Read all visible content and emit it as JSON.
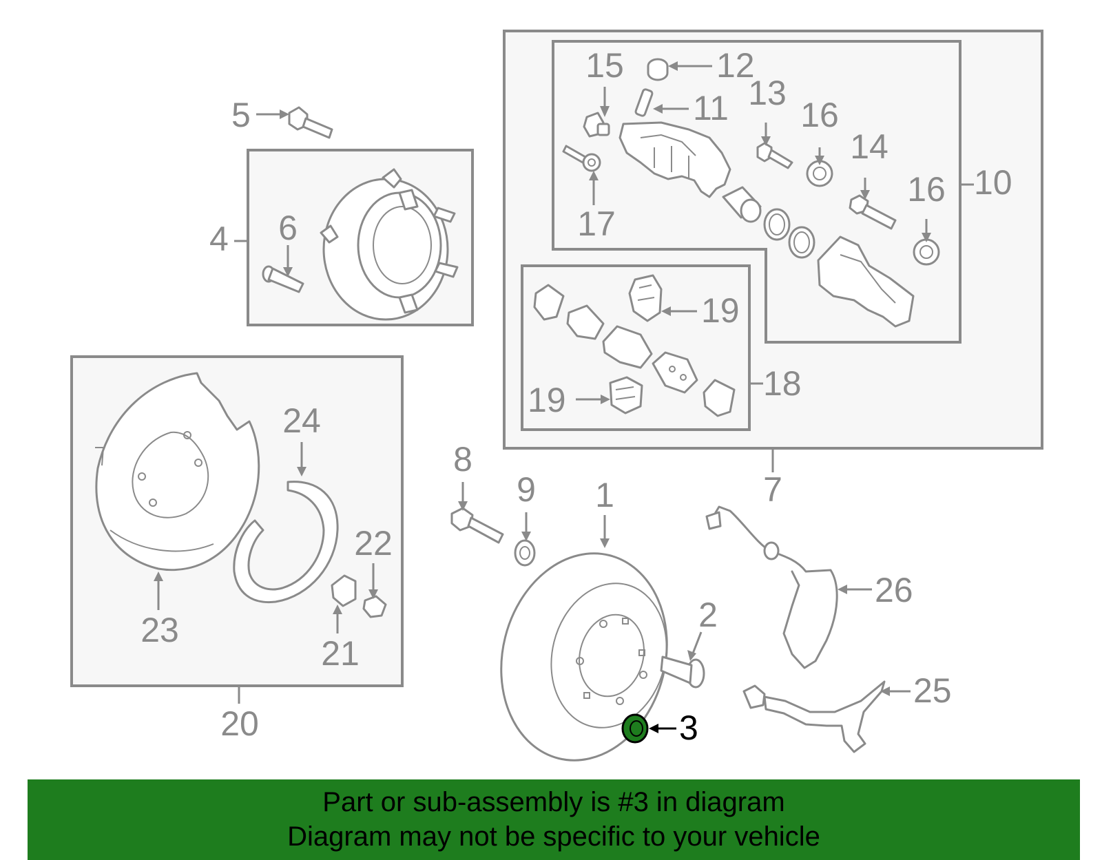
{
  "callouts": {
    "c1": "1",
    "c2": "2",
    "c3": "3",
    "c4": "4",
    "c5": "5",
    "c6": "6",
    "c7": "7",
    "c8": "8",
    "c9": "9",
    "c10": "10",
    "c11": "11",
    "c12": "12",
    "c13": "13",
    "c14": "14",
    "c15": "15",
    "c16a": "16",
    "c16b": "16",
    "c17": "17",
    "c18": "18",
    "c19a": "19",
    "c19b": "19",
    "c20": "20",
    "c21": "21",
    "c22": "22",
    "c23": "23",
    "c24": "24",
    "c25": "25",
    "c26": "26"
  },
  "highlighted_part": "3",
  "colors": {
    "highlight": "#1e7d1e",
    "line_art": "#8a8a8a",
    "box_fill": "#f7f7f7"
  },
  "banner": {
    "line1": "Part or sub-assembly is #3 in diagram",
    "line2": "Diagram may not be specific to your vehicle"
  }
}
